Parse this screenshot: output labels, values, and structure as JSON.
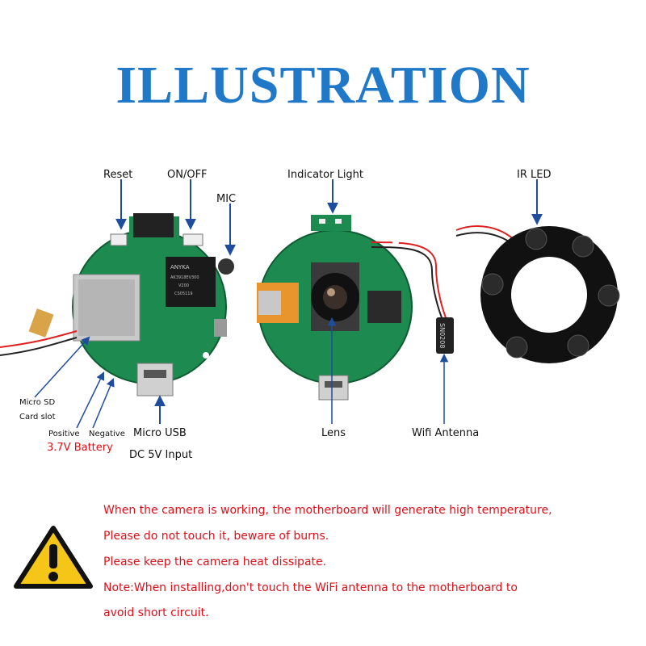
{
  "title": "ILLUSTRATION",
  "labels": {
    "reset": "Reset",
    "on_off": "ON/OFF",
    "mic": "MIC",
    "indicator_light": "Indicator Light",
    "ir_led": "IR LED",
    "micro_sd_1": "Micro SD",
    "micro_sd_2": "Card slot",
    "positive": "Positive",
    "negative": "Negative",
    "battery": "3.7V Battery",
    "micro_usb": "Micro USB",
    "dc_input": "DC 5V Input",
    "lens": "Lens",
    "wifi_antenna": "Wifi Antenna"
  },
  "chip_text": {
    "brand": "ANYKA",
    "code1": "AK3918EV300",
    "code2": "V200",
    "code3": "CS05119",
    "antenna": "SN0208"
  },
  "warnings": [
    "When the camera is working, the motherboard will generate high temperature,",
    "Please do not touch it, beware of burns.",
    "Please keep the camera heat dissipate.",
    "Note:When installing,don't touch the WiFi antenna to the motherboard to",
    "avoid short circuit."
  ],
  "colors": {
    "title": "#1f78c8",
    "warning_text": "#e0101a",
    "pcb": "#1d8a4f",
    "warning_icon": "#f5c518"
  }
}
